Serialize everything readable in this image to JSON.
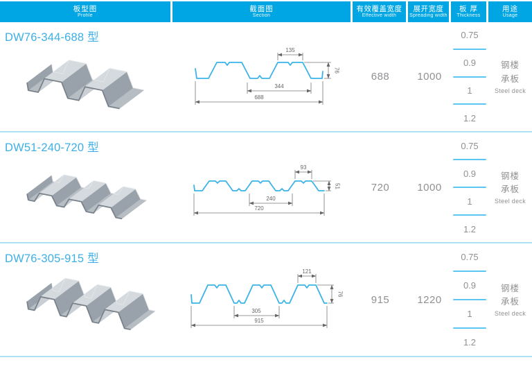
{
  "header": {
    "columns": [
      {
        "zh": "板型图",
        "en": "Profile"
      },
      {
        "zh": "截面图",
        "en": "Section"
      },
      {
        "zh": "有效覆盖宽度",
        "en": "Effective width"
      },
      {
        "zh": "展开宽度",
        "en": "Spreading width"
      },
      {
        "zh": "板 厚",
        "en": "Thickness"
      },
      {
        "zh": "用途",
        "en": "Usage"
      }
    ]
  },
  "rows": [
    {
      "title": "DW76-344-688 型",
      "section": {
        "top": "135",
        "height": "76",
        "pitch": "344",
        "overall": "688"
      },
      "effective_width": "688",
      "spreading_width": "1000",
      "thickness": [
        "0.75",
        "0.9",
        "1",
        "1.2"
      ],
      "usage": {
        "zh1": "钢楼",
        "zh2": "承板",
        "en": "Steel deck"
      }
    },
    {
      "title": "DW51-240-720 型",
      "section": {
        "top": "93",
        "height": "51",
        "pitch": "240",
        "overall": "720"
      },
      "effective_width": "720",
      "spreading_width": "1000",
      "thickness": [
        "0.75",
        "0.9",
        "1",
        "1.2"
      ],
      "usage": {
        "zh1": "钢楼",
        "zh2": "承板",
        "en": "Steel deck"
      }
    },
    {
      "title": "DW76-305-915 型",
      "section": {
        "top": "121",
        "height": "76",
        "pitch": "305",
        "overall": "915"
      },
      "effective_width": "915",
      "spreading_width": "1220",
      "thickness": [
        "0.75",
        "0.9",
        "1",
        "1.2"
      ],
      "usage": {
        "zh1": "钢楼",
        "zh2": "承板",
        "en": "Steel deck"
      }
    }
  ],
  "colors": {
    "header_bg": "#00A5E3",
    "title_blue": "#3CB0E6",
    "row_divider": "#ABE0F5",
    "thickness_divider": "#5BC6F0",
    "section_line": "#3AB3E8",
    "text_grey": "#8F9092"
  }
}
